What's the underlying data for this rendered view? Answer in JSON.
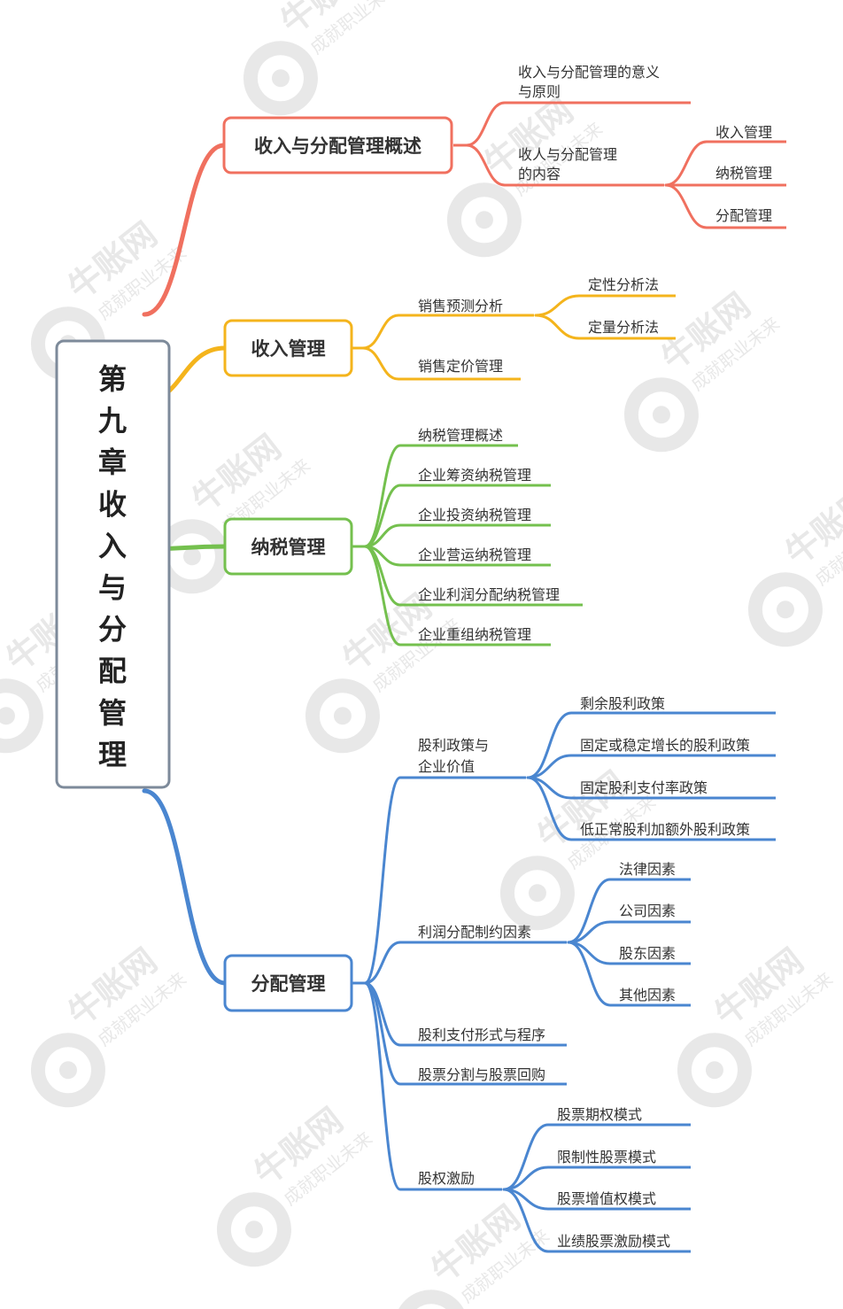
{
  "root": {
    "title": "第九章收入与分配管理"
  },
  "branches": [
    {
      "label": "收入与分配管理概述",
      "color": "#f0705f",
      "children": [
        {
          "label": "收入与分配管理的意义与原则",
          "lines": [
            "收入与分配管理的意义",
            "与原则"
          ]
        },
        {
          "label": "收人与分配管理的内容",
          "lines": [
            "收人与分配管理",
            "的内容"
          ],
          "children": [
            "收入管理",
            "纳税管理",
            "分配管理"
          ]
        }
      ]
    },
    {
      "label": "收入管理",
      "color": "#f4b41c",
      "children": [
        {
          "label": "销售预测分析",
          "children": [
            "定性分析法",
            "定量分析法"
          ]
        },
        {
          "label": "销售定价管理"
        }
      ]
    },
    {
      "label": "纳税管理",
      "color": "#74c04e",
      "children": [
        {
          "label": "纳税管理概述"
        },
        {
          "label": "企业筹资纳税管理"
        },
        {
          "label": "企业投资纳税管理"
        },
        {
          "label": "企业营运纳税管理"
        },
        {
          "label": "企业利润分配纳税管理"
        },
        {
          "label": "企业重组纳税管理"
        }
      ]
    },
    {
      "label": "分配管理",
      "color": "#4a86d0",
      "children": [
        {
          "label": "股利政策与企业价值",
          "lines": [
            "股利政策与",
            "企业价值"
          ],
          "children": [
            "剩余股利政策",
            "固定或稳定增长的股利政策",
            "固定股利支付率政策",
            "低正常股利加额外股利政策"
          ]
        },
        {
          "label": "利润分配制约因素",
          "children": [
            "法律因素",
            "公司因素",
            "股东因素",
            "其他因素"
          ]
        },
        {
          "label": "股利支付形式与程序"
        },
        {
          "label": "股票分割与股票回购"
        },
        {
          "label": "股权激励",
          "children": [
            "股票期权模式",
            "限制性股票模式",
            "股票增值权模式",
            "业绩股票激励模式"
          ]
        }
      ]
    }
  ],
  "watermark": {
    "brand": "牛账网",
    "slogan": "成就职业未来"
  },
  "colors": {
    "root_border": "#7d8a9a",
    "text": "#333333",
    "root_text": "#222222",
    "watermark": "#e6e6e6"
  }
}
